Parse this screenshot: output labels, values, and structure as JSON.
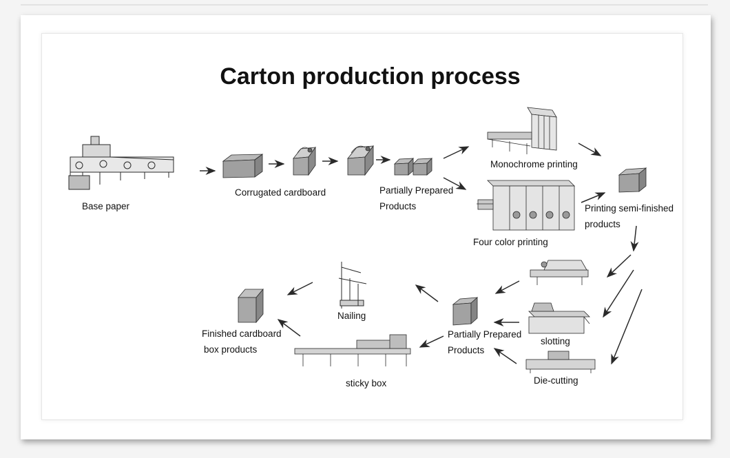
{
  "title": "Carton production process",
  "labels": {
    "base_paper": "Base paper",
    "corrugated_cardboard": "Corrugated cardboard",
    "partially_prepared_1": [
      "Partially Prepared",
      "Products"
    ],
    "monochrome_printing": "Monochrome printing",
    "four_color_printing": "Four color printing",
    "printing_semi_finished": [
      "Printing semi-finished",
      "products"
    ],
    "slotting": "slotting",
    "die_cutting": "Die-cutting",
    "partially_prepared_2": [
      "Partially Prepared",
      "Products"
    ],
    "nailing": "Nailing",
    "sticky_box": "sticky box",
    "finished_products": [
      "Finished cardboard",
      "box products"
    ]
  },
  "colors": {
    "ink": "#2a2a2a",
    "box_side": "#8c8c8c",
    "box_top": "#b9b9b9",
    "box_front": "#a6a6a6"
  }
}
